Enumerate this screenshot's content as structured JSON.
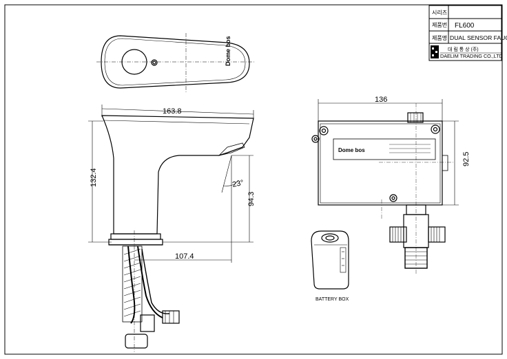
{
  "title_block": {
    "series_label": "시리즈",
    "series_value": "",
    "part_no_label": "제품번",
    "part_no_value": "FL600",
    "product_label": "제품명",
    "product_value": "DUAL SENSOR FAUCET",
    "company_kr": "대 림 통 상 (주)",
    "company_en": "DAELIM TRADING CO.,LTD"
  },
  "brand": "Dome bos",
  "dimensions": {
    "side_length": "163.8",
    "side_height": "132.4",
    "spout_height": "94.3",
    "spout_reach": "107.4",
    "spout_angle": "23°",
    "box_width": "136",
    "box_height": "92.5"
  },
  "battery_box_label": "BATTERY BOX"
}
